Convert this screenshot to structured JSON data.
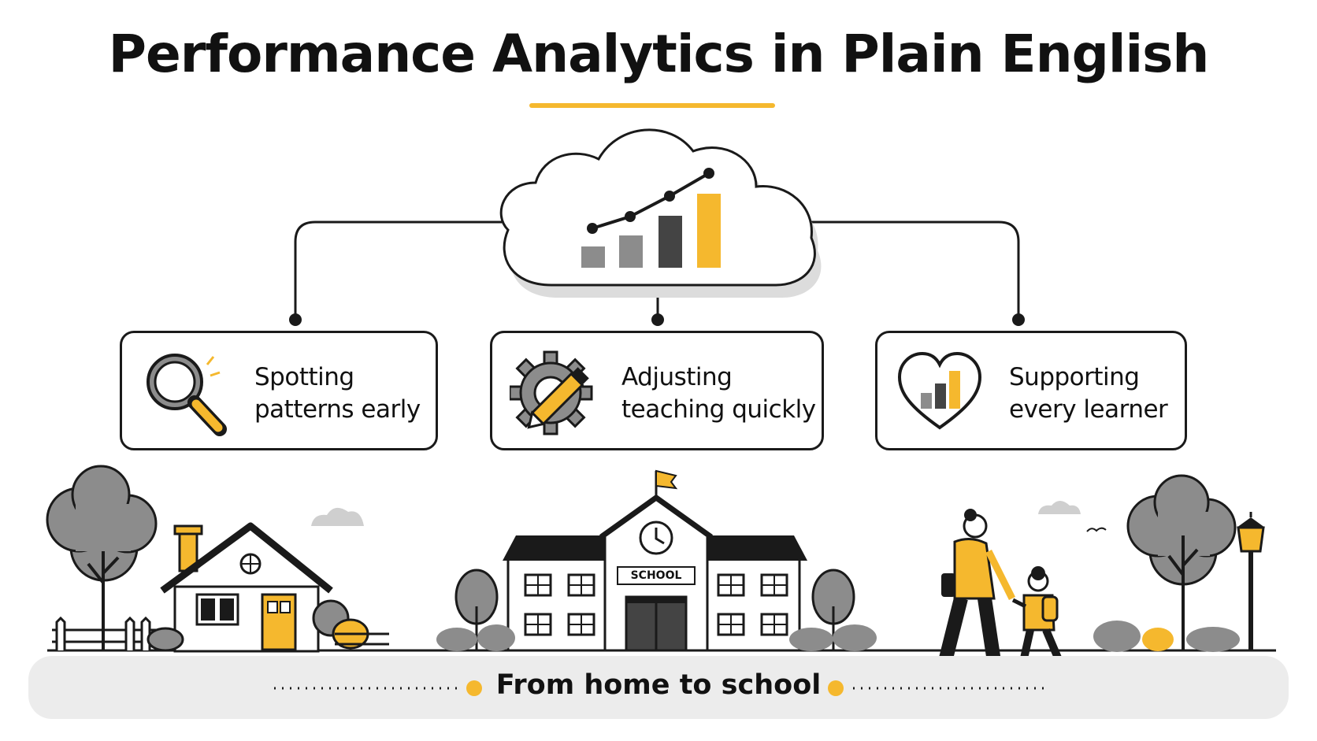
{
  "title": "Performance Analytics in Plain English",
  "colors": {
    "accent": "#f5b82e",
    "ink": "#1a1a1a",
    "gray": "#8c8c8c",
    "dark_gray": "#444444",
    "ground": "#ececec"
  },
  "cloud": {
    "icon": "analytics-chart-icon"
  },
  "cards": [
    {
      "icon": "magnifying-glass-icon",
      "line1": "Spotting",
      "line2": "patterns early"
    },
    {
      "icon": "gear-pencil-icon",
      "line1": "Adjusting",
      "line2": "teaching quickly"
    },
    {
      "icon": "heart-chart-icon",
      "line1": "Supporting",
      "line2": "every learner"
    }
  ],
  "scene": {
    "school_sign": "SCHOOL",
    "footer": "From home to school"
  }
}
